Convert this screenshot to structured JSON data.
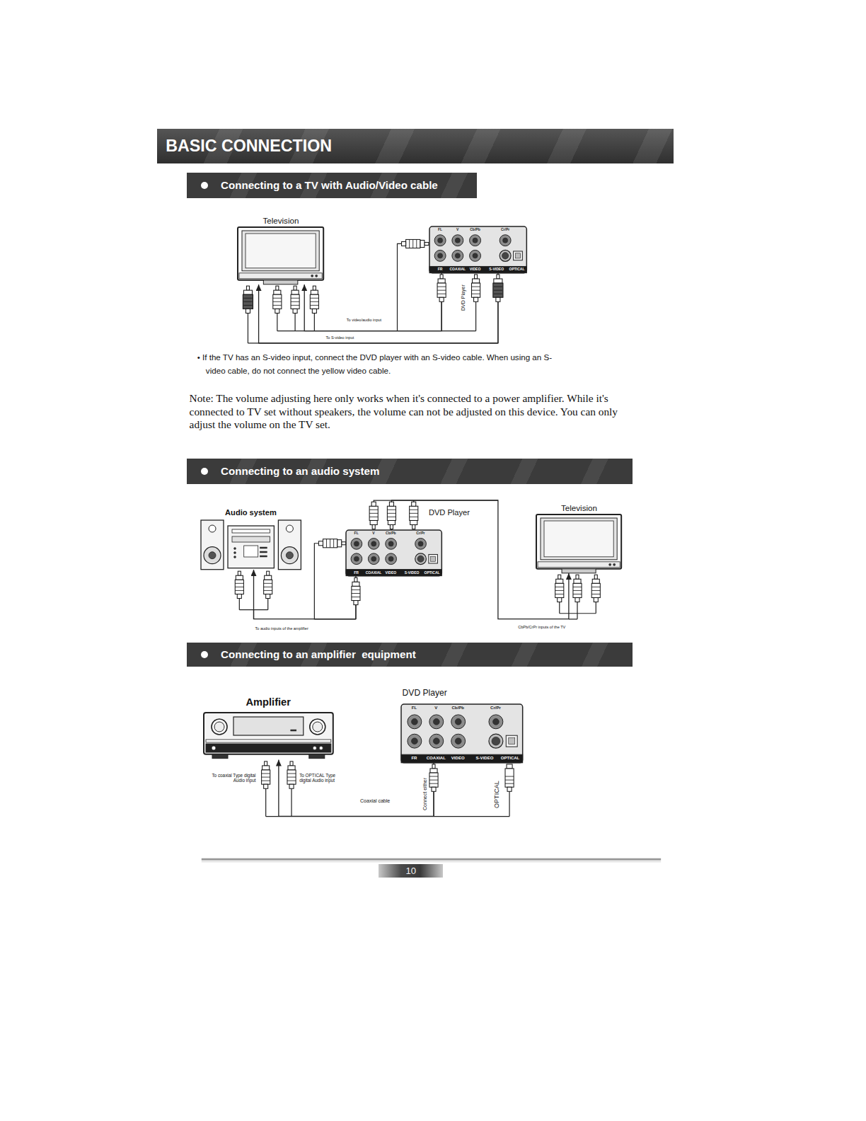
{
  "diagram": {
    "title": "BASIC CONNECTION",
    "nodes": [
      {
        "text": [
          "Connecting to a TV with Audio/Video cable"
        ]
      },
      {
        "text": [
          "Television"
        ]
      },
      {
        "text": [
          "FL",
          "V",
          "Cb/Pb",
          "Cr/Pr",
          "FR",
          "COAXIAL",
          "VIDEO",
          "S-VIDEO",
          "OPTICAL",
          "DVD Player"
        ]
      },
      {
        "text": [
          "Connecting to an audio system"
        ]
      },
      {
        "text": [
          "Audio system"
        ]
      },
      {
        "text": [
          "FL",
          "V",
          "Cb/Pb",
          "Cr/Pr",
          "FR",
          "COAXIAL",
          "VIDEO",
          "S-VIDEO",
          "OPTICAL",
          "DVD Player"
        ]
      },
      {
        "text": [
          "Television"
        ]
      },
      {
        "text": [
          "Connecting to an amplifier  equipment"
        ]
      },
      {
        "text": [
          "Amplifier"
        ]
      },
      {
        "text": [
          "FL",
          "V",
          "Cb/Pb",
          "Cr/Pr",
          "FR",
          "COAXIAL",
          "VIDEO",
          "S-VIDEO",
          "OPTICAL",
          "DVD Player"
        ]
      },
      {
        "text": [
          "10"
        ]
      }
    ],
    "edges": [
      {
        "from": 2,
        "to": 1,
        "arrow": "to",
        "label": "To video/audio input"
      },
      {
        "from": 2,
        "to": 1,
        "arrow": "to",
        "label": "To S-video input"
      },
      {
        "from": 5,
        "to": 4,
        "arrow": "to",
        "label": "To audio inputs of the amplifier"
      },
      {
        "from": 5,
        "to": 6,
        "arrow": "to",
        "label": "CbPb/CrPr inputs of the TV"
      },
      {
        "from": 9,
        "to": 8,
        "arrow": "to",
        "label": "Coaxial cable"
      }
    ],
    "labels": [
      "• If the TV has an S-video input, connect the DVD player with an S-video cable. When using an S-video cable, do not connect the yellow video cable.",
      "Note: The volume adjusting here only works when it's connected to a power amplifier. While it's connected to TV set without speakers, the volume can not be adjusted on this device. You can only adjust the volume on the TV set.",
      "To coaxial Type digital Audio input",
      "To OPTICAL Type digital Audio input",
      "Connect either",
      "OPTICAL"
    ]
  }
}
